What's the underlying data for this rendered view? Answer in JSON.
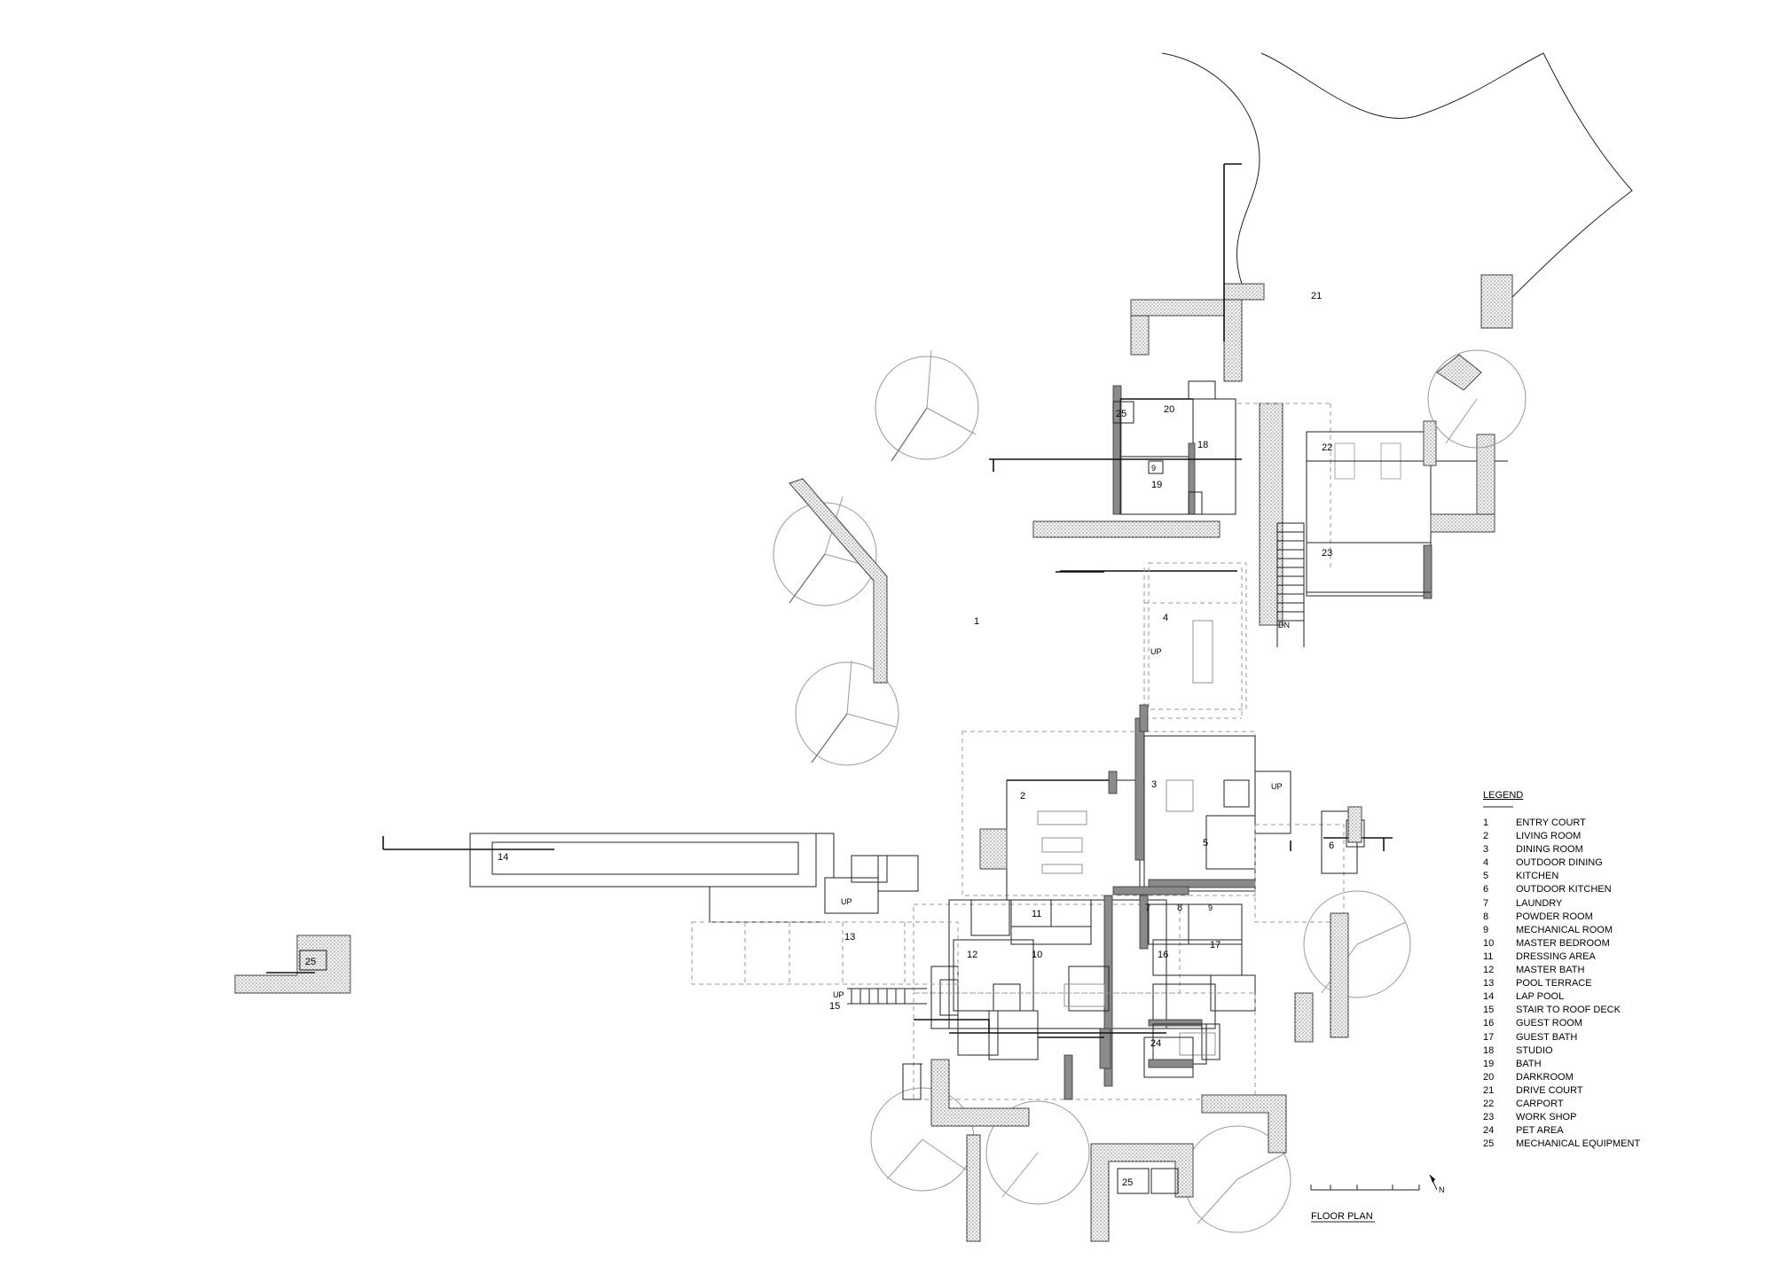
{
  "labels": {
    "l21": "21",
    "l22": "22",
    "l23": "23",
    "l20": "20",
    "l25a": "25",
    "l18": "18",
    "l19": "19",
    "l9a": "9",
    "l1": "1",
    "l4": "4",
    "l2": "2",
    "l3": "3",
    "l5": "5",
    "l6": "6",
    "l14": "14",
    "l25b": "25",
    "l11": "11",
    "l13": "13",
    "l12": "12",
    "l10": "10",
    "l7": "7",
    "l8": "8",
    "l9b": "9",
    "l16": "16",
    "l17": "17",
    "l15": "15",
    "l24": "24",
    "l25c": "25"
  },
  "small_text": {
    "up1": "UP",
    "up2": "UP",
    "up3": "UP",
    "dn": "DN",
    "up4": "UP"
  },
  "legend": {
    "title": "LEGEND",
    "items": [
      {
        "num": "1",
        "name": "ENTRY COURT"
      },
      {
        "num": "2",
        "name": "LIVING ROOM"
      },
      {
        "num": "3",
        "name": "DINING ROOM"
      },
      {
        "num": "4",
        "name": "OUTDOOR DINING"
      },
      {
        "num": "5",
        "name": "KITCHEN"
      },
      {
        "num": "6",
        "name": "OUTDOOR KITCHEN"
      },
      {
        "num": "7",
        "name": "LAUNDRY"
      },
      {
        "num": "8",
        "name": "POWDER ROOM"
      },
      {
        "num": "9",
        "name": "MECHANICAL ROOM"
      },
      {
        "num": "10",
        "name": "MASTER BEDROOM"
      },
      {
        "num": "11",
        "name": "DRESSING AREA"
      },
      {
        "num": "12",
        "name": "MASTER BATH"
      },
      {
        "num": "13",
        "name": "POOL TERRACE"
      },
      {
        "num": "14",
        "name": "LAP POOL"
      },
      {
        "num": "15",
        "name": "STAIR TO ROOF DECK"
      },
      {
        "num": "16",
        "name": "GUEST ROOM"
      },
      {
        "num": "17",
        "name": "GUEST BATH"
      },
      {
        "num": "18",
        "name": "STUDIO"
      },
      {
        "num": "19",
        "name": "BATH"
      },
      {
        "num": "20",
        "name": "DARKROOM"
      },
      {
        "num": "21",
        "name": "DRIVE COURT"
      },
      {
        "num": "22",
        "name": "CARPORT"
      },
      {
        "num": "23",
        "name": "WORK SHOP"
      },
      {
        "num": "24",
        "name": "PET AREA"
      },
      {
        "num": "25",
        "name": "MECHANICAL EQUIPMENT"
      }
    ]
  },
  "plan_title": "FLOOR PLAN",
  "north_label": "N"
}
